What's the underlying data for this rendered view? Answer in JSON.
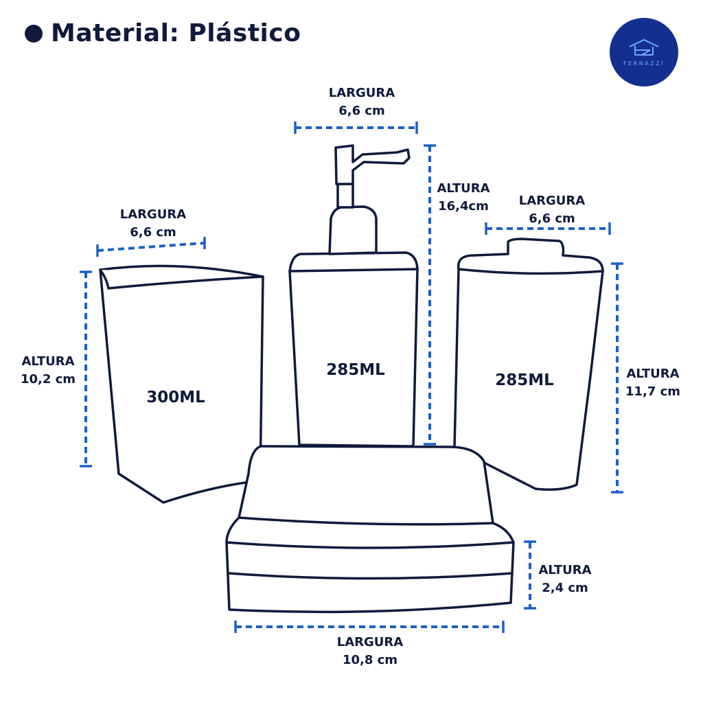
{
  "header": {
    "title": "Material: Plástico"
  },
  "brand": {
    "name": "FERNAZZI",
    "color": "#14308f"
  },
  "colors": {
    "ink": "#0f1a3c",
    "dimension": "#1d5fc9"
  },
  "products": {
    "cup": {
      "capacity": "300ML",
      "width": {
        "label": "LARGURA",
        "value": "6,6 cm"
      },
      "height": {
        "label": "ALTURA",
        "value": "10,2 cm"
      }
    },
    "dispenser": {
      "capacity": "285ML",
      "width": {
        "label": "LARGURA",
        "value": "6,6 cm"
      },
      "height": {
        "label": "ALTURA",
        "value": "16,4cm"
      }
    },
    "pot": {
      "capacity": "285ML",
      "width": {
        "label": "LARGURA",
        "value": "6,6 cm"
      },
      "height": {
        "label": "ALTURA",
        "value": "11,7 cm"
      }
    },
    "soap_dish": {
      "width": {
        "label": "LARGURA",
        "value": "10,8 cm"
      },
      "height": {
        "label": "ALTURA",
        "value": "2,4 cm"
      }
    }
  }
}
